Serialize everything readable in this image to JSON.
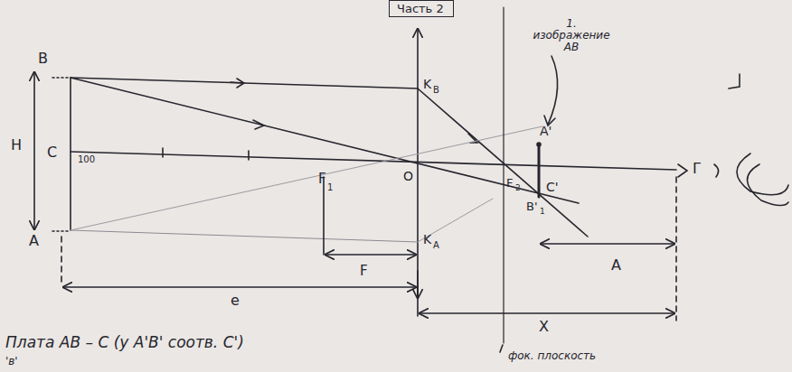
{
  "diagram": {
    "nodes": [
      {
        "text": [
          "Часть 2"
        ]
      }
    ],
    "labels": [
      "B",
      "H",
      "C",
      "100",
      "A",
      "K",
      "B",
      "O",
      "K",
      "A",
      "F",
      "1",
      "F",
      "F",
      "2",
      "A'",
      "C'",
      "B'",
      "1",
      "Г",
      "A",
      "e",
      "X",
      "1. изображение AB",
      "фок. плоскость",
      "Плата AB – C (у A'B' соотв. C')",
      "'в'"
    ]
  }
}
